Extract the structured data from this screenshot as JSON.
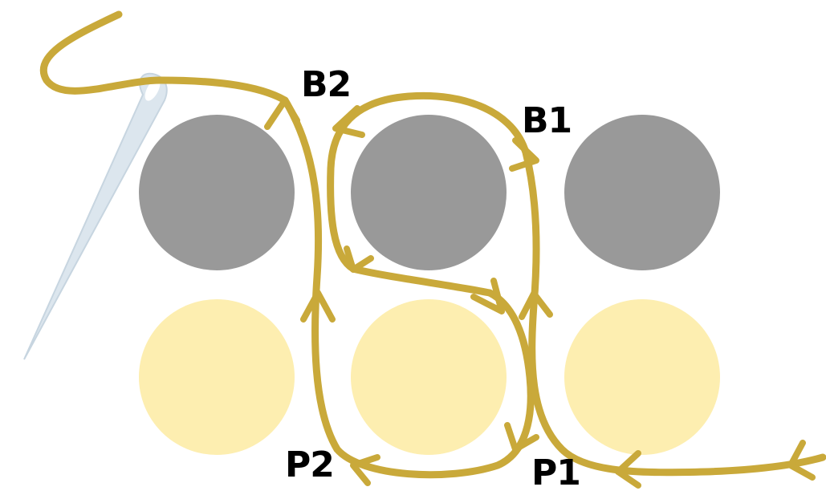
{
  "labels": {
    "b1": "B1",
    "b2": "B2",
    "p1": "P1",
    "p2": "P2"
  },
  "colors": {
    "background": "#ffffff",
    "gray_bead": "#999999",
    "yellow_bead": "#fdeeb0",
    "thread": "#c9a93a",
    "needle": "#dce6ee",
    "needle_outline": "#c7d5e0",
    "label_text": "#000000"
  },
  "icons": {
    "needle": "sewing-needle-icon",
    "thread": "thread-path",
    "arrow": "direction-arrow-icon"
  }
}
